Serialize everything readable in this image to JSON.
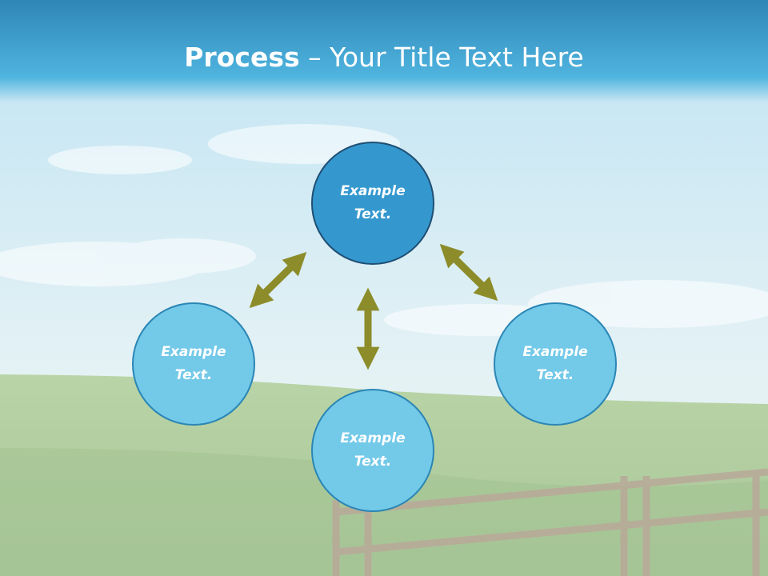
{
  "slide": {
    "title_bold": "Process",
    "title_rest": " – Your Title Text Here"
  },
  "nodes": {
    "top": "Example Text.",
    "left": "Example Text.",
    "right": "Example Text.",
    "bottom": "Example Text."
  },
  "colors": {
    "header": "#4fb4df",
    "main_node": "#3498cf",
    "sub_node": "#73c9e8",
    "arrow": "#8c8c2a"
  }
}
